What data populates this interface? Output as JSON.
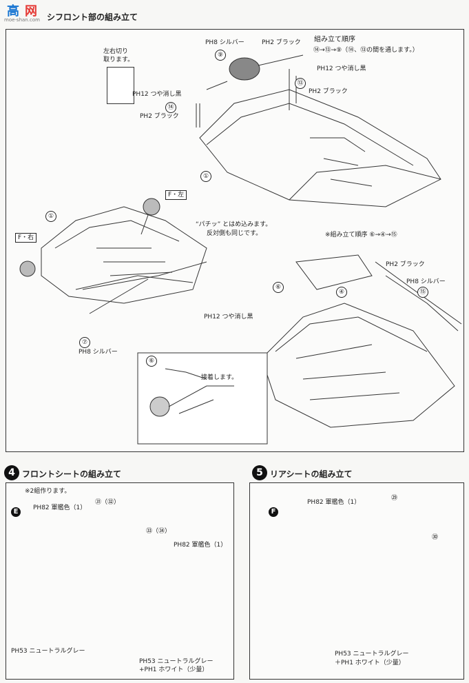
{
  "watermark": {
    "char1": "高",
    "char2": "网",
    "url": "moe-shan.com"
  },
  "step3": {
    "title": "シフロント部の組み立て",
    "callout_cut": [
      "左右切り",
      "取ります。"
    ],
    "labels": {
      "ph8_silver_top": "PH8 シルバー",
      "ph2_black_top": "PH2 ブラック",
      "ph12_top_right": "PH12 つや消し黒",
      "ph2_black_right": "PH2 ブラック",
      "ph12_top_left": "PH12 つや消し黒",
      "ph2_black_left": "PH2 ブラック",
      "ph12_mid": "PH12 つや消し黒",
      "ph8_silver_bottom": "PH8 シルバー",
      "ph2_black_right2": "PH2 ブラック",
      "ph8_silver_right2": "PH8 シルバー"
    },
    "order_heading": "組み立て順序",
    "order_text": "⑭→⑬→⑨（⑭、⑬の間を通します。）",
    "f_left": "F・左",
    "f_right": "F・右",
    "snap_note": [
      "“パチッ” とはめ込みます。",
      "反対側も同じです。"
    ],
    "order2": "※組み立て順序 ⑥→④→⑮",
    "glue_note": "接着します。",
    "parts": [
      "⑨",
      "⑬",
      "⑭",
      "①",
      "①",
      "⑦",
      "⑥",
      "④",
      "⑮",
      "⑥"
    ]
  },
  "step4": {
    "number": "4",
    "title": "フロントシートの組み立て",
    "note": "※2組作ります。",
    "letter": "E",
    "ph82": "PH82 軍艦色（1）",
    "parts_a": "㉛（㉜）",
    "parts_b": "㉝（㉞）",
    "ph82_b": "PH82 軍艦色（1）",
    "ph53": "PH53 ニュートラルグレー",
    "ph53b": "PH53 ニュートラルグレー",
    "ph1": "+PH1 ホワイト（少量）"
  },
  "step5": {
    "number": "5",
    "title": "リアシートの組み立て",
    "letter": "F",
    "ph82": "PH82 軍艦色（1）",
    "part_a": "㉙",
    "part_b": "㉚",
    "ph53": "PH53 ニュートラルグレー",
    "ph1": "＋PH1 ホワイト（少量）"
  }
}
